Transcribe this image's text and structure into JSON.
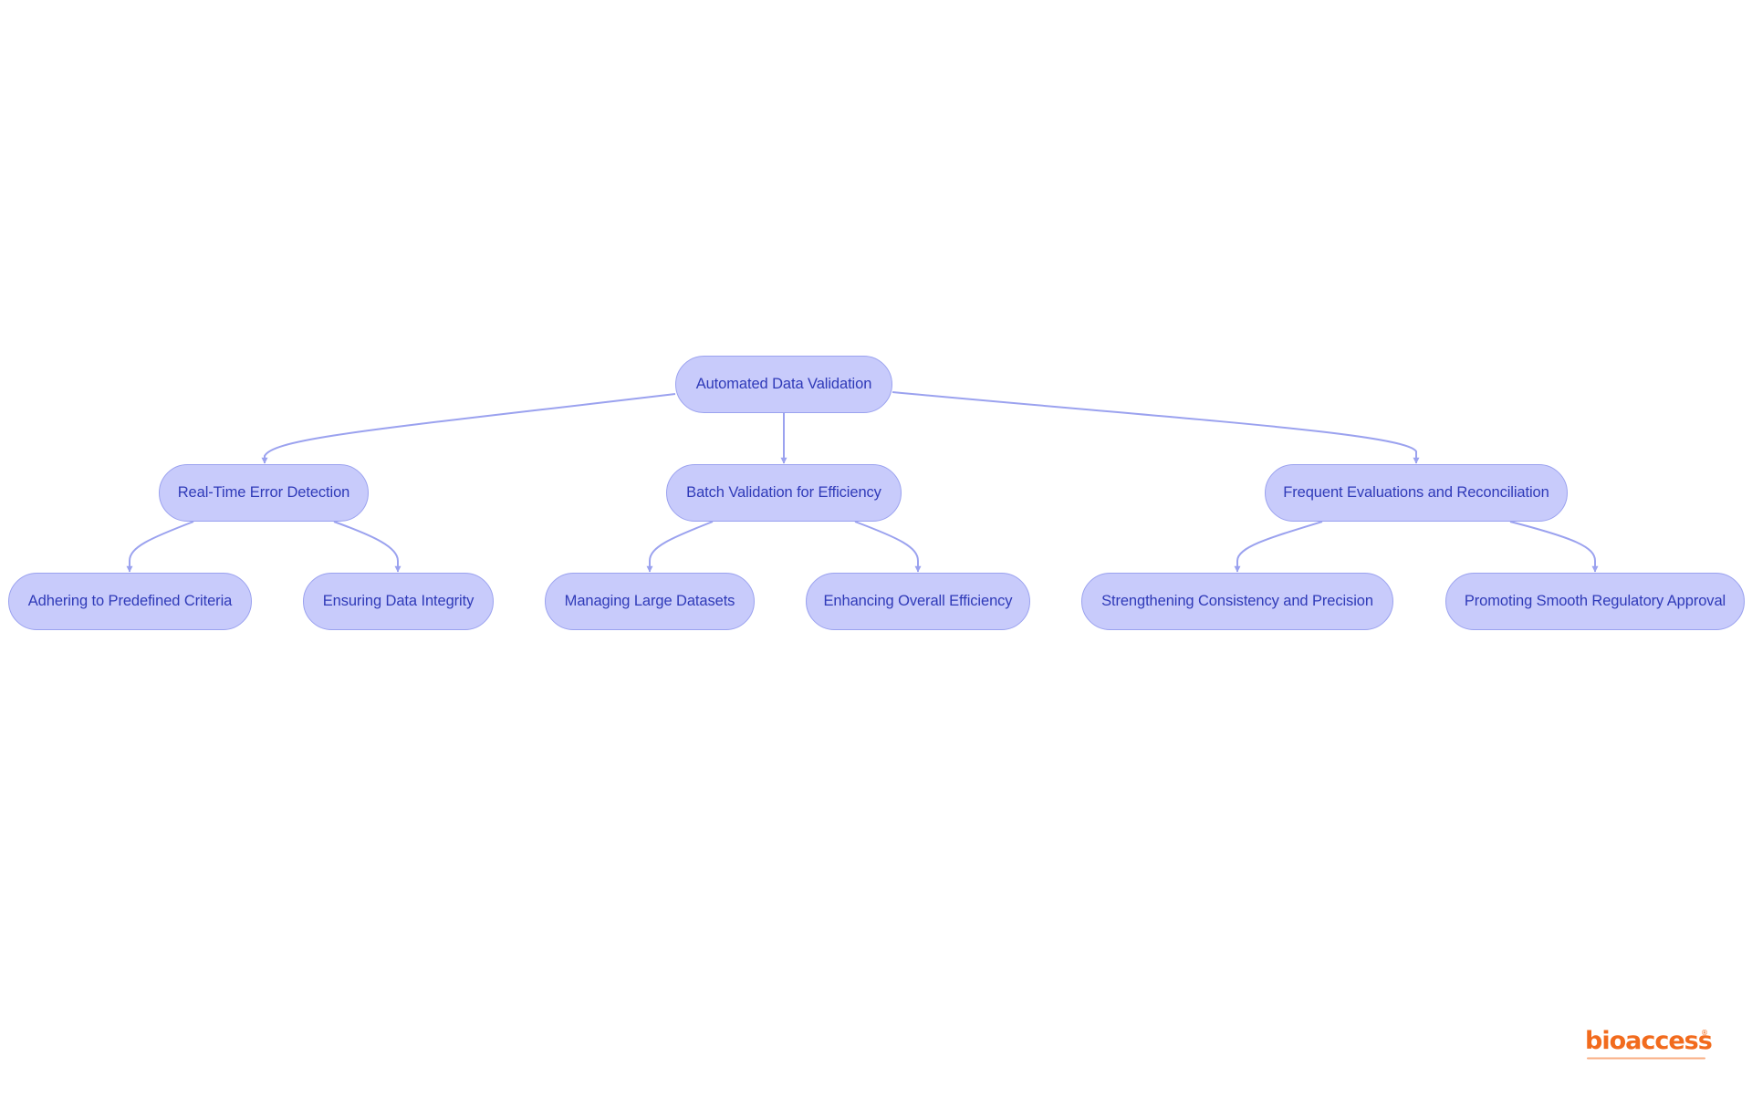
{
  "colors": {
    "node_fill": "#c8cbfb",
    "node_border": "#9ba2ef",
    "node_text": "#2f3ab8",
    "edge": "#9ba2ef",
    "logo": "#f26b1d"
  },
  "diagram": {
    "root": {
      "label": "Automated Data Validation"
    },
    "branches": [
      {
        "label": "Real-Time Error Detection",
        "children": [
          {
            "label": "Adhering to Predefined Criteria"
          },
          {
            "label": "Ensuring Data Integrity"
          }
        ]
      },
      {
        "label": "Batch Validation for Efficiency",
        "children": [
          {
            "label": "Managing Large Datasets"
          },
          {
            "label": "Enhancing Overall Efficiency"
          }
        ]
      },
      {
        "label": "Frequent Evaluations and Reconciliation",
        "children": [
          {
            "label": "Strengthening Consistency and Precision"
          },
          {
            "label": "Promoting Smooth Regulatory Approval"
          }
        ]
      }
    ]
  },
  "logo": {
    "text": "bioaccess",
    "registered": "®"
  }
}
